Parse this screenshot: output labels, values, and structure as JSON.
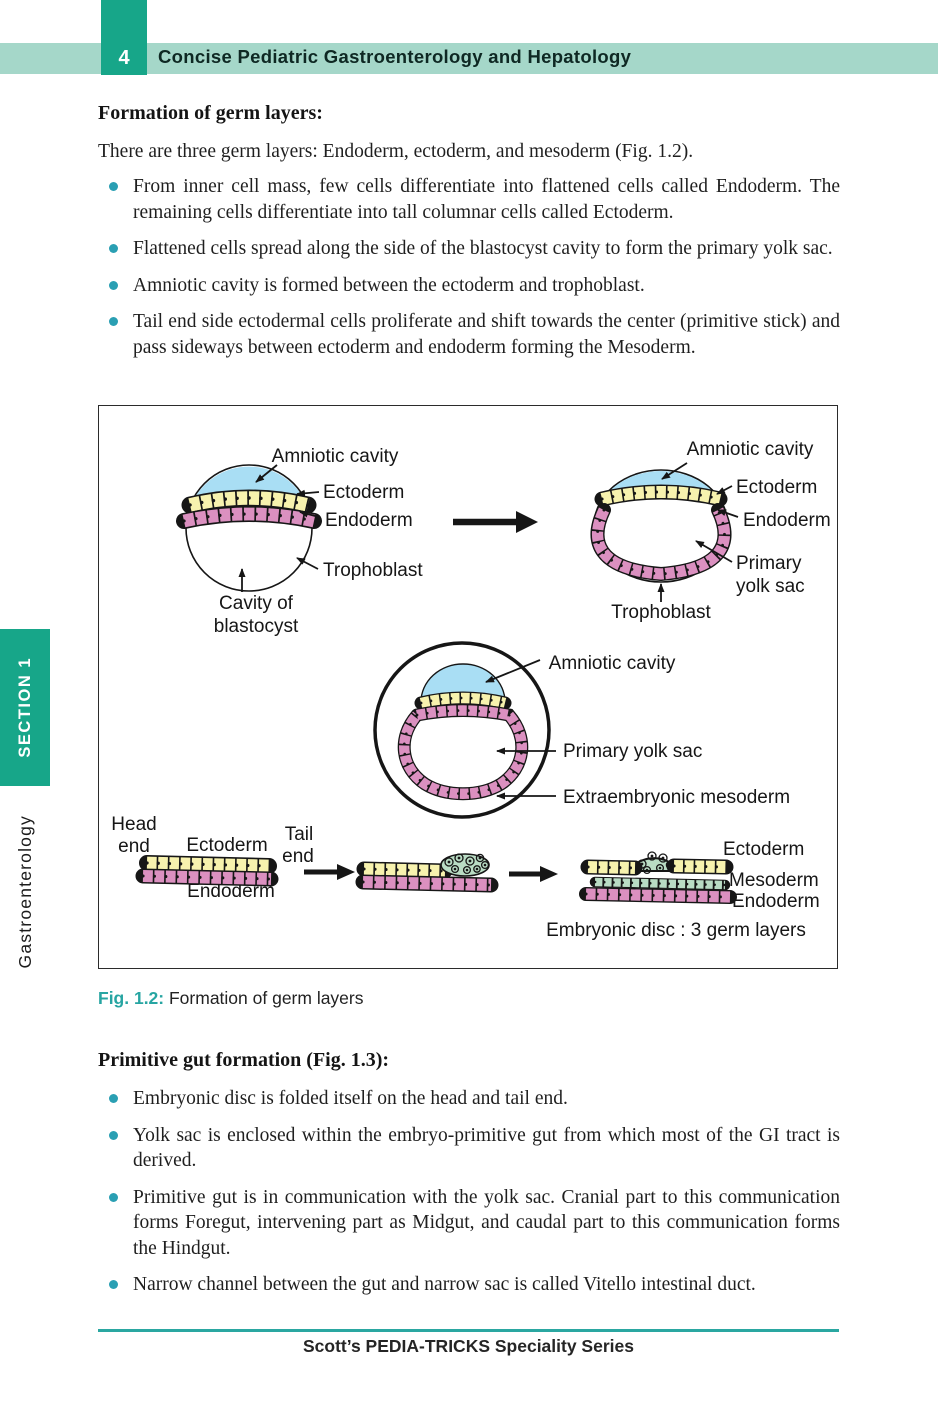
{
  "header": {
    "page_number": "4",
    "running_title": "Concise Pediatric Gastroenterology and Hepatology"
  },
  "sidebar": {
    "section_label": "SECTION 1",
    "section_name": "Gastroenterology"
  },
  "content": {
    "heading1": "Formation of germ layers:",
    "intro": "There are three germ layers: Endoderm, ectoderm, and mesoderm (Fig. 1.2).",
    "bullets1": [
      "From inner cell mass, few cells differentiate into flattened cells called Endoderm. The remaining cells differentiate into tall columnar cells called Ectoderm.",
      "Flattened cells spread along the side of the blastocyst cavity to form the primary yolk sac.",
      "Amniotic cavity is formed between the ectoderm and trophoblast.",
      "Tail end side ectodermal cells proliferate and shift towards the center (primitive stick) and pass sideways between ectoderm and endoderm forming the Mesoderm."
    ],
    "fig_label": "Fig. 1.2:",
    "fig_caption": " Formation of germ layers",
    "heading2": "Primitive gut formation (Fig. 1.3):",
    "bullets2": [
      "Embryonic disc is folded itself on the head and tail end.",
      "Yolk sac is enclosed within the embryo-primitive gut from which most of the GI tract is derived.",
      "Primitive gut is in communication with the yolk sac. Cranial part to this communication forms Foregut, intervening part as Midgut, and caudal part to this communication forms the Hindgut.",
      "Narrow channel between the gut and narrow sac is called Vitello intestinal duct."
    ]
  },
  "figure": {
    "d1": {
      "amniotic_cavity": "Amniotic cavity",
      "ectoderm": "Ectoderm",
      "endoderm": "Endoderm",
      "trophoblast": "Trophoblast",
      "cavity_line1": "Cavity of",
      "cavity_line2": "blastocyst"
    },
    "d2": {
      "amniotic_cavity": "Amniotic cavity",
      "ectoderm": "Ectoderm",
      "endoderm": "Endoderm",
      "primary_line1": "Primary",
      "primary_line2": "yolk sac",
      "trophoblast": "Trophoblast"
    },
    "d3": {
      "amniotic_cavity": "Amniotic cavity",
      "primary_yolk_sac": "Primary yolk sac",
      "extraembryonic_mesoderm": "Extraembryonic mesoderm"
    },
    "d4": {
      "head_line1": "Head",
      "head_line2": "end",
      "ectoderm_top": "Ectoderm",
      "endoderm_bottom": "Endoderm",
      "tail_line1": "Tail",
      "tail_line2": "end",
      "ectoderm": "Ectoderm",
      "mesoderm": "Mesoderm",
      "endoderm": "Endoderm",
      "caption": "Embryonic disc : 3 germ layers"
    }
  },
  "footer": {
    "series_title": "Scott’s PEDIA-TRICKS Speciality Series"
  },
  "colors": {
    "accent_teal": "#17a689",
    "header_band": "#a5d7c9",
    "figure_label_teal": "#27a5a2",
    "bullet_cyan": "#2a9fb3",
    "cell_blue": "#a9def4",
    "cell_yellow": "#f7f2ae",
    "cell_pink": "#db90c0",
    "cell_green": "#b9dcc4"
  }
}
